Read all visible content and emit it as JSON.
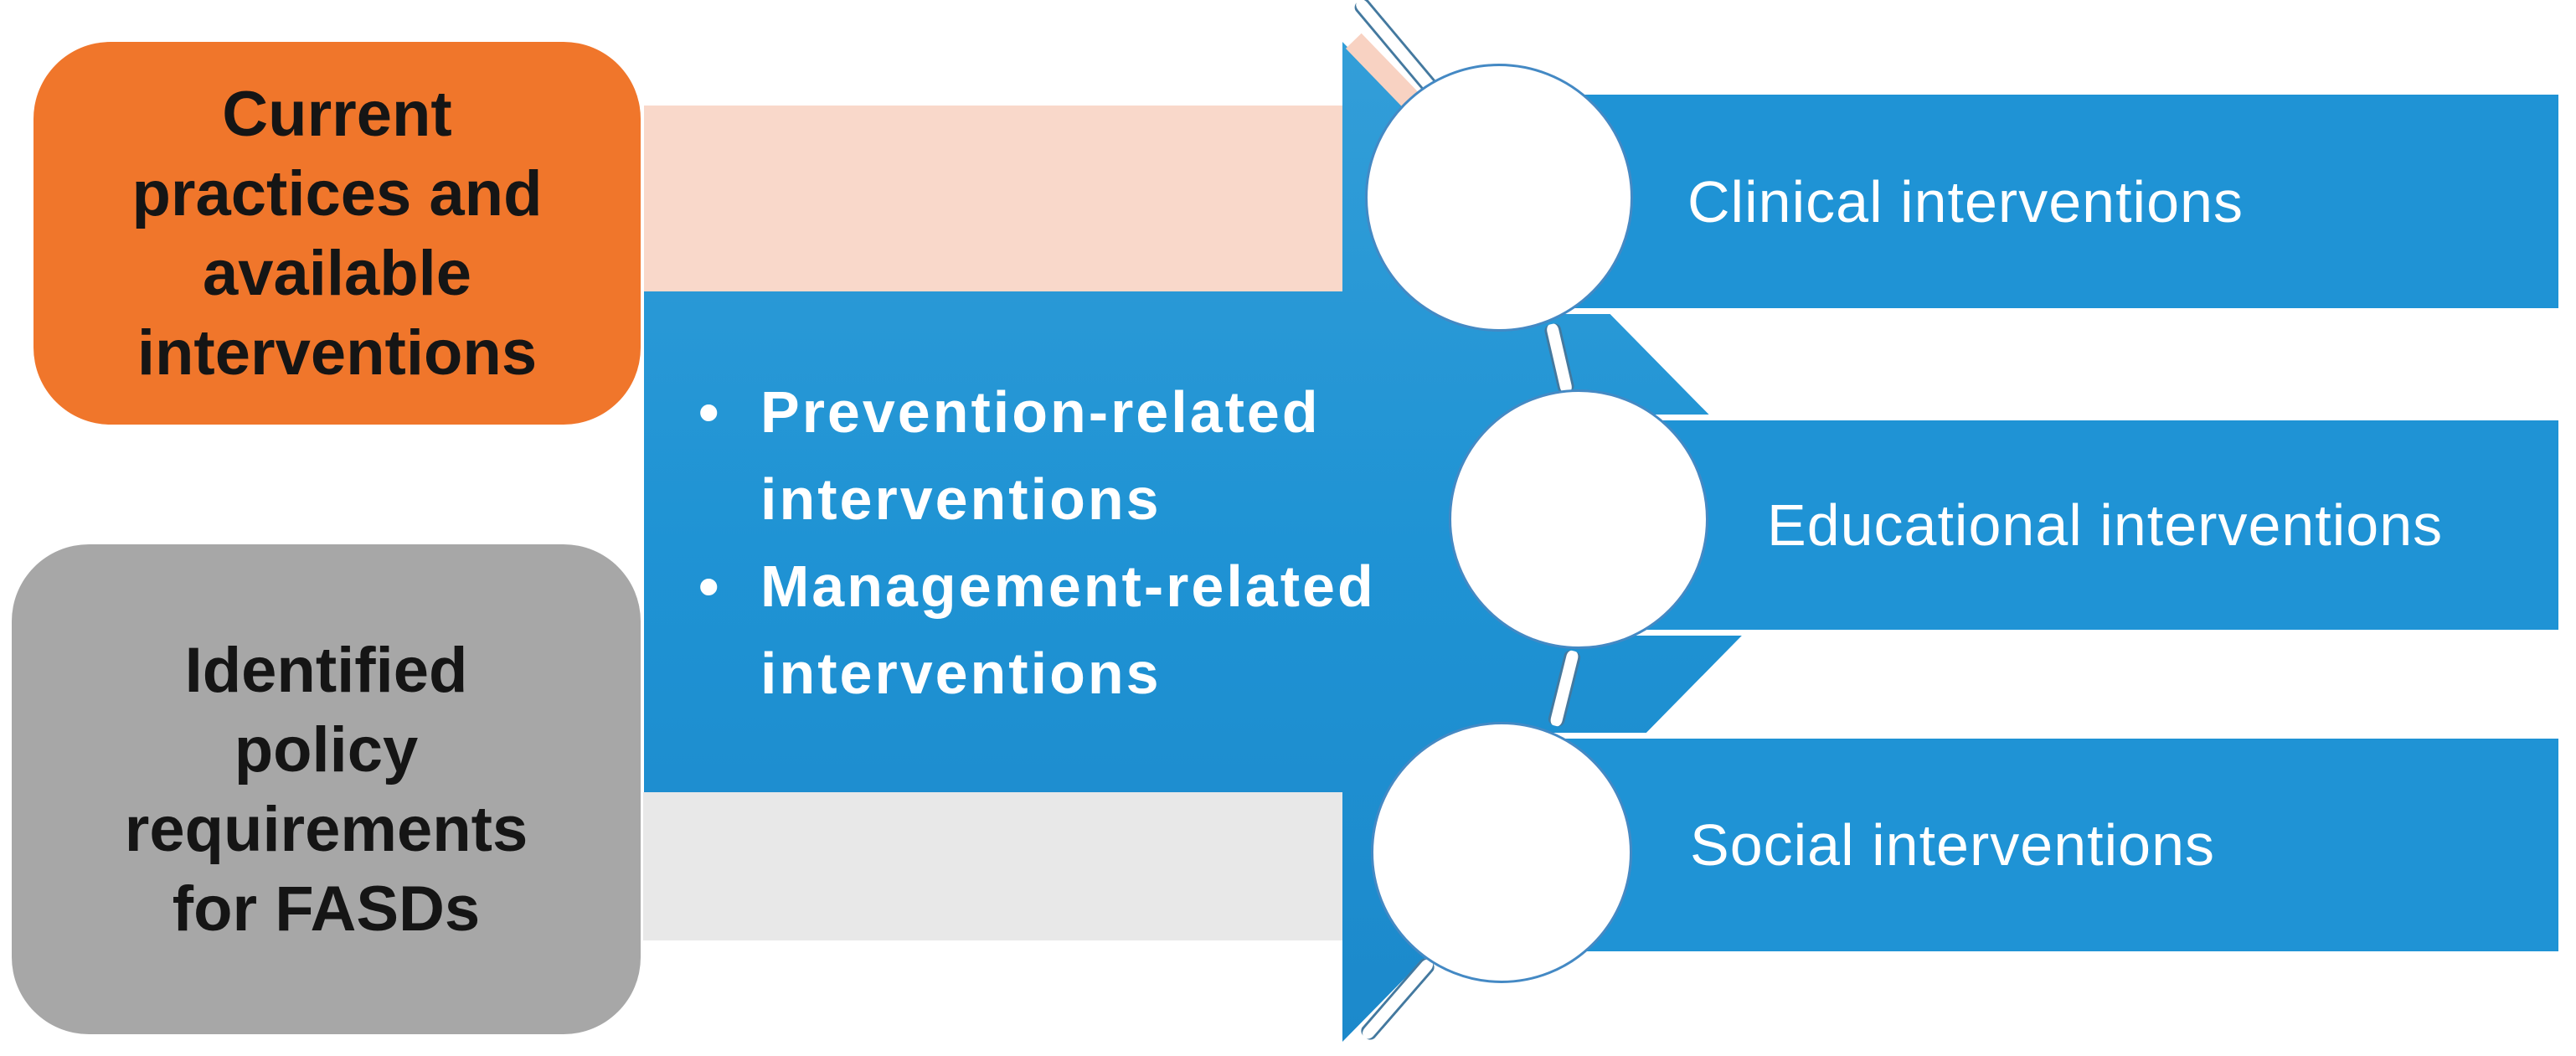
{
  "diagram": {
    "left_boxes": {
      "current_practices": {
        "lines": [
          "Current",
          "practices and",
          "available",
          "interventions"
        ],
        "full_text": "Current practices and available interventions",
        "color": "#F0762B",
        "text_color": "#151515"
      },
      "policy_requirements": {
        "lines": [
          "Identified",
          "policy",
          "requirements",
          "for FASDs"
        ],
        "full_text": "Identified policy requirements for FASDs",
        "color": "#A7A7A7",
        "text_color": "#151515"
      }
    },
    "arrow": {
      "color": "#1F93D4",
      "gradient_top": "#339ED8",
      "gradient_bottom": "#1C89CB",
      "bullets": [
        {
          "text": "Prevention-related interventions"
        },
        {
          "text": "Management-related interventions"
        }
      ],
      "text_color": "#FFFFFF"
    },
    "accent_bands": {
      "top_color": "#F9D8CA",
      "bottom_color": "#E8E8E8",
      "sliver_color": "#F8D2C2"
    },
    "outcome_bars": [
      {
        "label": "Clinical interventions"
      },
      {
        "label": "Educational interventions"
      },
      {
        "label": "Social interventions"
      }
    ],
    "bar_color": "#1F93D5",
    "bar_text_color": "#FFFFFF",
    "circle_border_color": "#4489C4",
    "ribbon_edge_color": "#44799F"
  }
}
